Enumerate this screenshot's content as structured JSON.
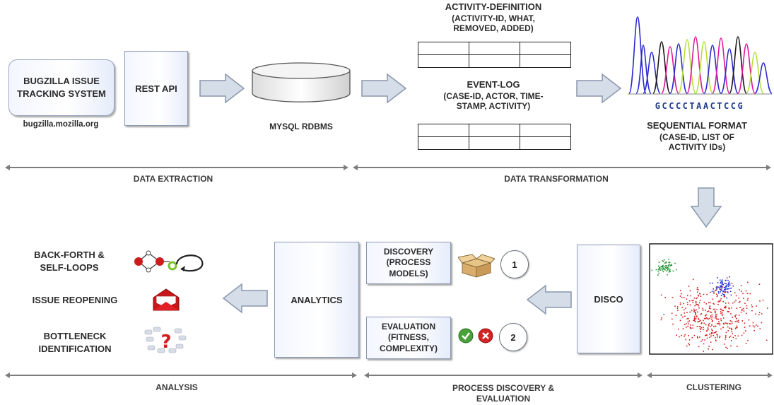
{
  "extraction": {
    "bugzilla_label": "BUGZILLA ISSUE TRACKING SYSTEM",
    "bugzilla_url": "bugzilla.mozilla.org",
    "rest_api": "REST API",
    "mysql": "MYSQL RDBMS"
  },
  "transformation": {
    "activity_definition_title": "ACTIVITY-DEFINITION",
    "activity_definition_fields": "(ACTIVITY-ID, WHAT, REMOVED, ADDED)",
    "event_log_title": "EVENT-LOG",
    "event_log_fields": "(CASE-ID, ACTOR, TIME-STAMP, ACTIVITY)",
    "sequential_title": "SEQUENTIAL FORMAT",
    "sequential_fields": "(CASE-ID, LIST OF ACTIVITY IDs)",
    "sequence_letters": "GCCCCTAACTCCG"
  },
  "sections": {
    "data_extraction": "DATA EXTRACTION",
    "data_transformation": "DATA TRANSFORMATION",
    "analysis": "ANALYSIS",
    "process_discovery": "PROCESS DISCOVERY & EVALUATION",
    "clustering": "CLUSTERING"
  },
  "analysis": {
    "back_forth": "BACK-FORTH & SELF-LOOPS",
    "reopening": "ISSUE REOPENING",
    "bottleneck": "BOTTLENECK IDENTIFICATION",
    "analytics": "ANALYTICS"
  },
  "discovery": {
    "discovery_label": "DISCOVERY (PROCESS MODELS)",
    "evaluation_label": "EVALUATION (FITNESS, COMPLEXITY)",
    "step1": "1",
    "step2": "2",
    "disco": "DISCO"
  },
  "colors": {
    "cluster_green": "#1a8f2a",
    "cluster_blue": "#1f2fd6",
    "cluster_red": "#d42020",
    "arrow_fill": "#d4dde8"
  }
}
